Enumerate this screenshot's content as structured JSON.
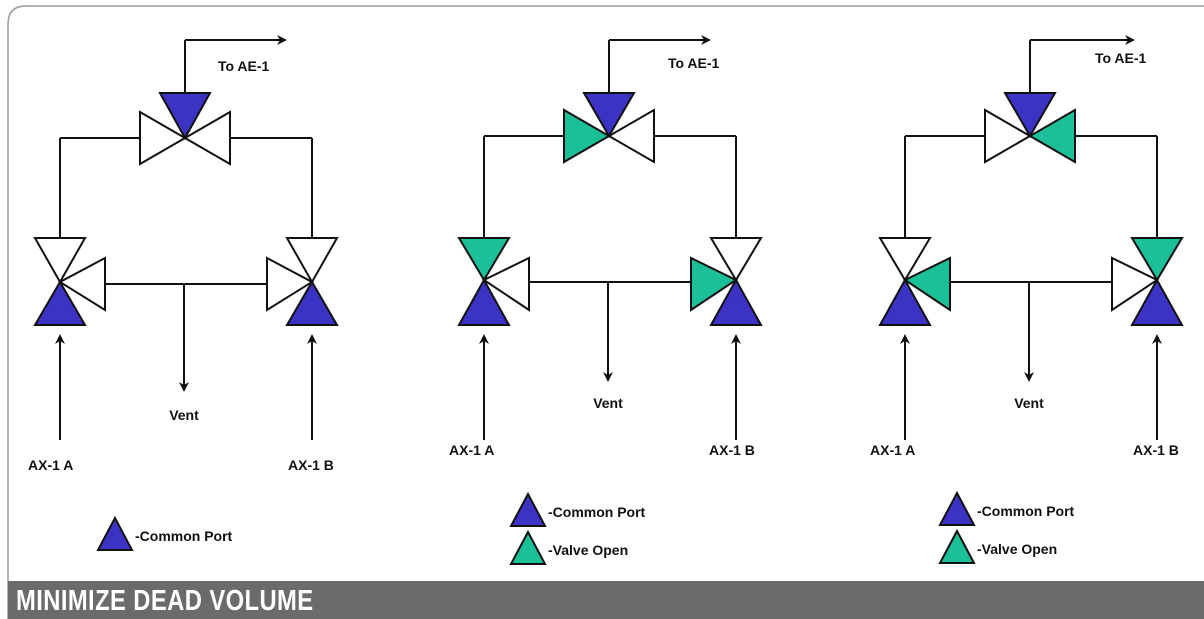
{
  "colors": {
    "common_port": "#3b33c4",
    "valve_open": "#1bbf98",
    "closed": "#ffffff",
    "line": "#111111",
    "footer_bg": "#6b6b6b",
    "footer_text": "#ffffff"
  },
  "footer": {
    "title": "MINIMIZE DEAD VOLUME"
  },
  "panels": [
    {
      "outlet_label": "To AE-1",
      "vent_label": "Vent",
      "inlet_a_label": "AX-1 A",
      "inlet_b_label": "AX-1 B",
      "legend": [
        {
          "state": "common_port",
          "label": "-Common Port"
        }
      ],
      "valves": {
        "top": {
          "left": "closed",
          "right": "closed",
          "bottom": "common_port"
        },
        "left": {
          "top": "closed",
          "right": "closed",
          "bottom": "common_port"
        },
        "right": {
          "top": "closed",
          "left": "closed",
          "bottom": "common_port"
        }
      }
    },
    {
      "outlet_label": "To AE-1",
      "vent_label": "Vent",
      "inlet_a_label": "AX-1 A",
      "inlet_b_label": "AX-1 B",
      "legend": [
        {
          "state": "common_port",
          "label": "-Common Port"
        },
        {
          "state": "valve_open",
          "label": "-Valve Open"
        }
      ],
      "valves": {
        "top": {
          "left": "valve_open",
          "right": "closed",
          "bottom": "common_port"
        },
        "left": {
          "top": "valve_open",
          "right": "closed",
          "bottom": "common_port"
        },
        "right": {
          "top": "closed",
          "left": "valve_open",
          "bottom": "common_port"
        }
      }
    },
    {
      "outlet_label": "To AE-1",
      "vent_label": "Vent",
      "inlet_a_label": "AX-1 A",
      "inlet_b_label": "AX-1 B",
      "legend": [
        {
          "state": "common_port",
          "label": "-Common Port"
        },
        {
          "state": "valve_open",
          "label": "-Valve Open"
        }
      ],
      "valves": {
        "top": {
          "left": "closed",
          "right": "valve_open",
          "bottom": "common_port"
        },
        "left": {
          "top": "closed",
          "right": "valve_open",
          "bottom": "common_port"
        },
        "right": {
          "top": "valve_open",
          "left": "closed",
          "bottom": "common_port"
        }
      }
    }
  ]
}
